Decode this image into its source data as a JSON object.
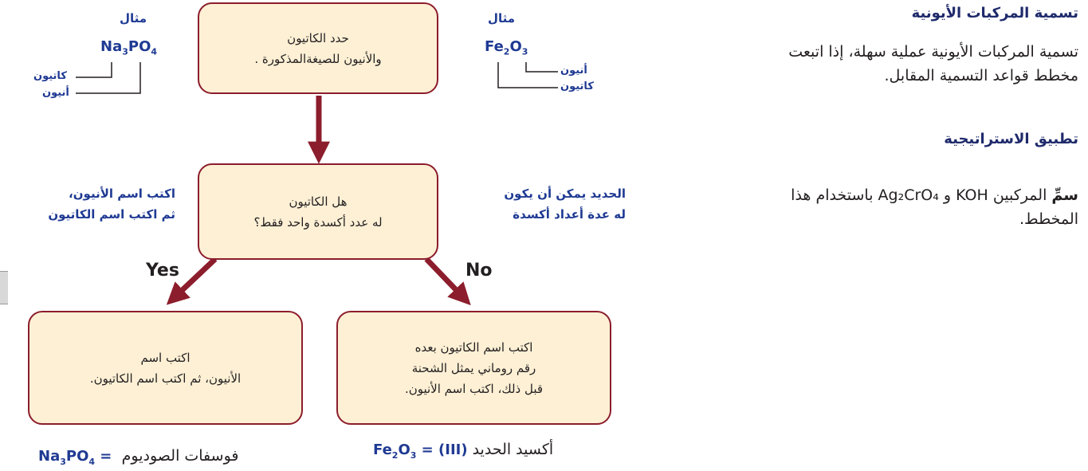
{
  "text_section": {
    "heading1": "تسمية المركبات الأيونية",
    "para1": "تسمية المركبات الأيونية عملية سهلة، إذا اتبعت\nمخطط قواعد التسمية المقابل.",
    "heading2": "تطبيق الاستراتيجية",
    "para2_bold": "سمِّ",
    "para2_rest": " المركبين KOH و Ag₂CrO₄ باستخدام هذا\nالمخطط."
  },
  "flowchart": {
    "box_identify": "حدد الكاتيون\nوالأنيون للصيغةالمذكورة .",
    "box_question": "هل الكاتيون\nله عدد أكسدة واحد فقط؟",
    "box_yes": "اكتب اسم\nالأنيون، ثم اكتب اسم الكاتيون.",
    "box_no": "اكتب اسم الكاتيون بعده\nرقم روماني يمثل الشحنة\nقبل ذلك، اكتب اسم الأنيون.",
    "yes_label": "Yes",
    "no_label": "No",
    "note_left": "اكتب اسم الأنيون،\nثم اكتب اسم الكاتيون",
    "note_right": "الحديد يمكن أن يكون\nله عدة أعداد أكسدة"
  },
  "example_left": {
    "label": "مثال",
    "formula_main": "Na",
    "sub1": "3",
    "formula_mid": "PO",
    "sub2": "4",
    "cation": "كاتيون",
    "anion": "أنيون"
  },
  "example_right": {
    "label": "مثال",
    "formula_main": "Fe",
    "sub1": "2",
    "formula_mid": "O",
    "sub2": "3",
    "anion": "أنيون",
    "cation": "كاتيون"
  },
  "results": {
    "left_formula": "Na",
    "left_sub1": "3",
    "left_mid": "PO",
    "left_sub2": "4",
    "left_eq": " = ",
    "left_name": "فوسفات الصوديوم",
    "right_formula": "Fe",
    "right_sub1": "2",
    "right_mid": "O",
    "right_sub2": "3",
    "right_eq": " = ",
    "right_roman": "(III)",
    "right_name": "أكسيد الحديد"
  },
  "colors": {
    "arrow": "#8c1d2c",
    "box_fill": "#fdf0d5",
    "accent_blue": "#1f3a93"
  }
}
